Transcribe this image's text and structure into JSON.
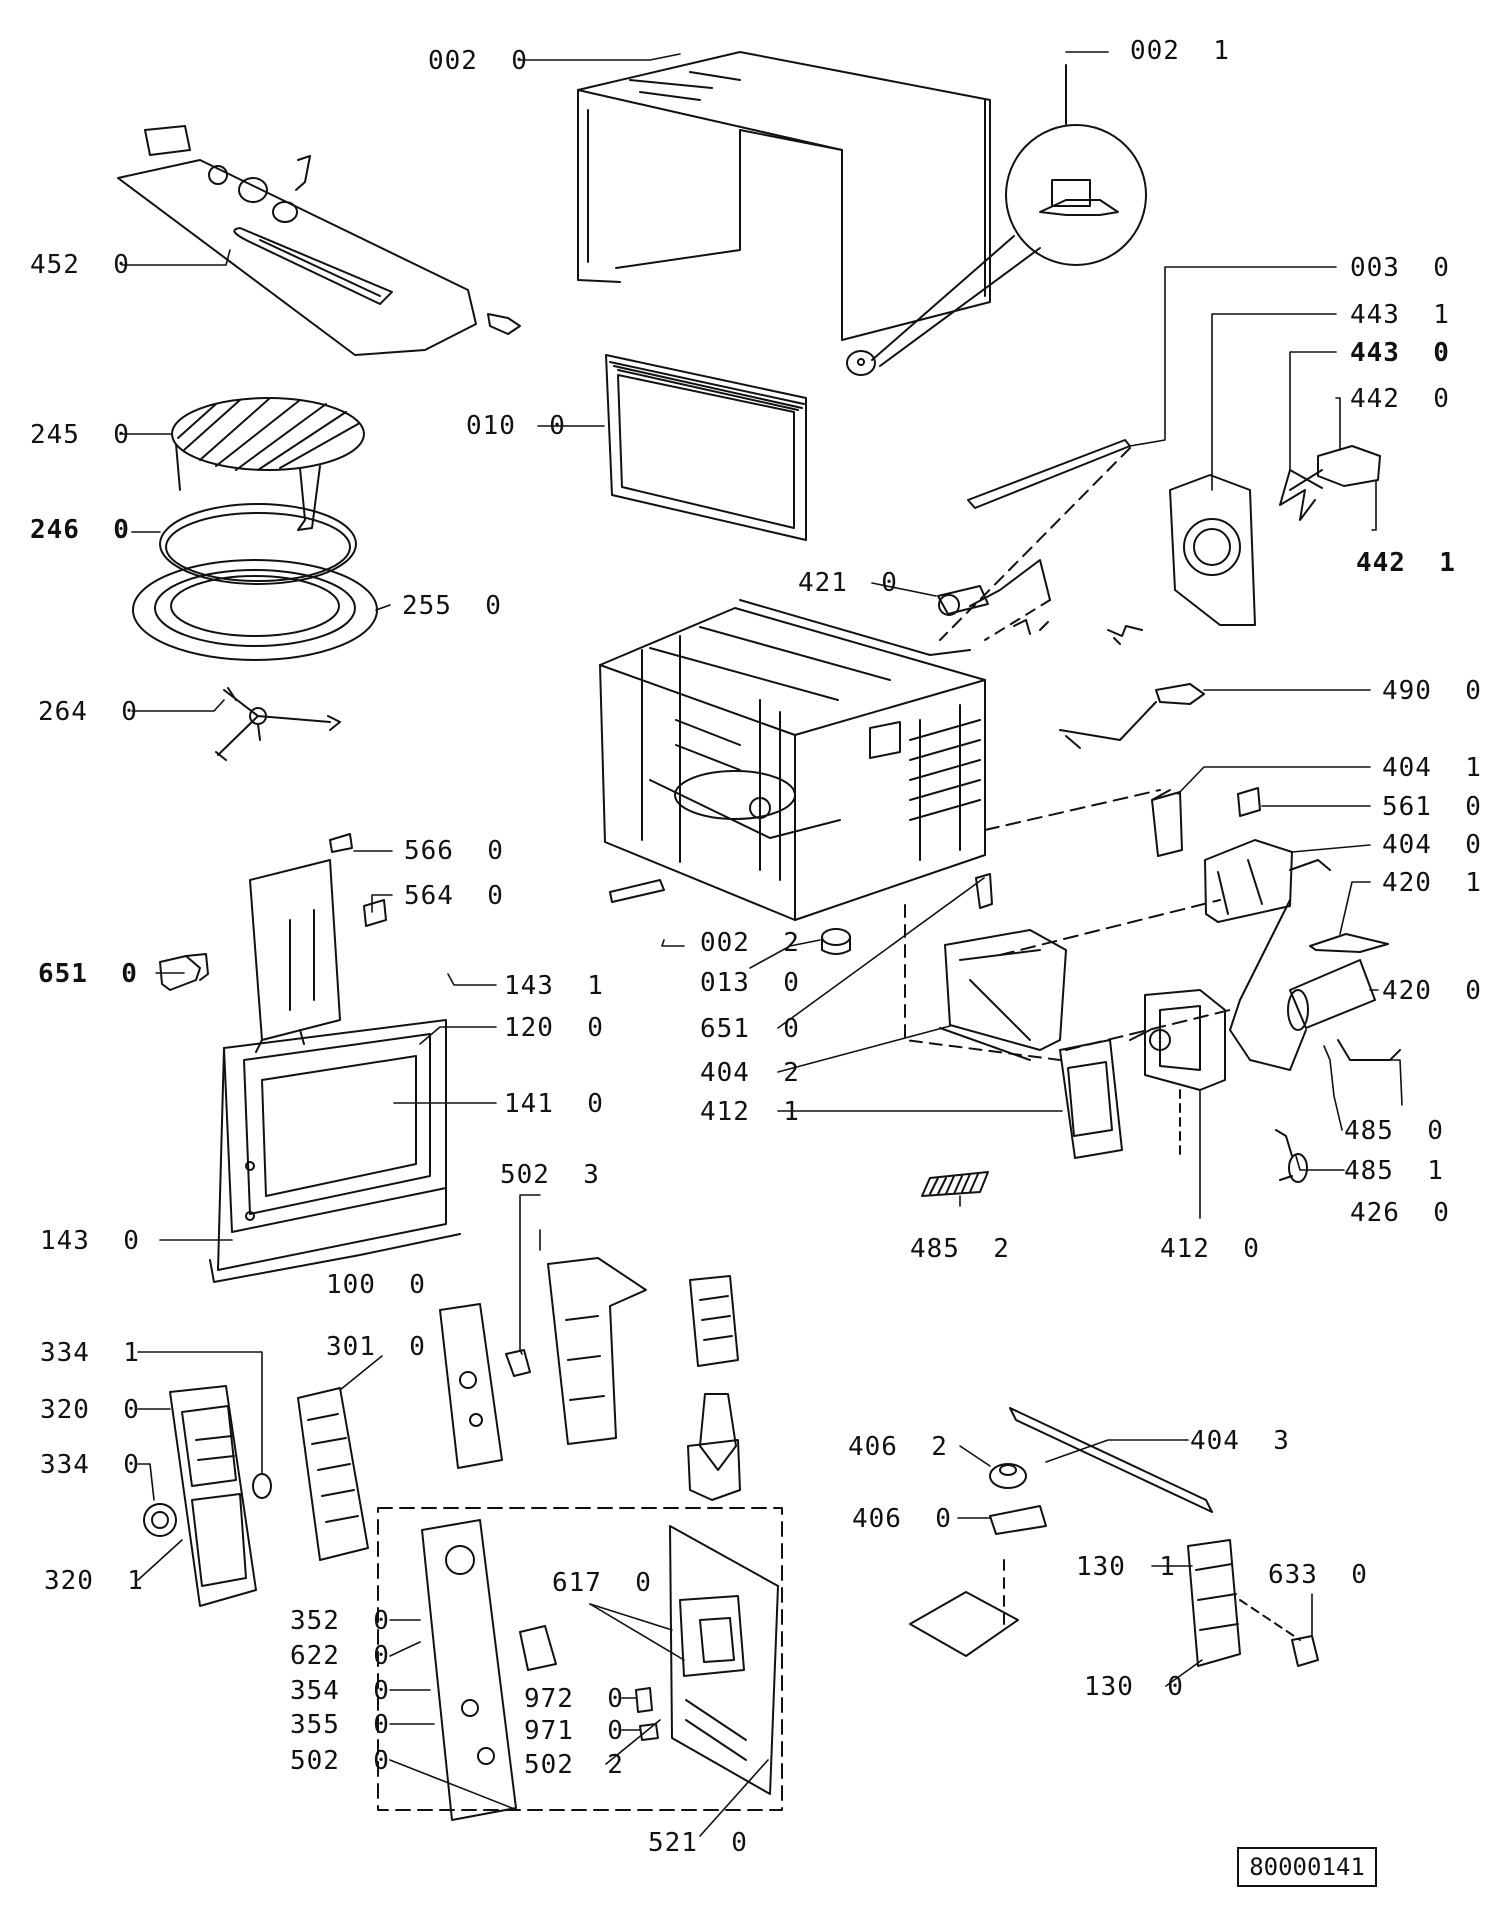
{
  "document_number": "80000141",
  "labels": [
    {
      "id": "0020",
      "text": "002  0"
    },
    {
      "id": "0021",
      "text": "002  1"
    },
    {
      "id": "4520",
      "text": "452  0"
    },
    {
      "id": "0030",
      "text": "003  0"
    },
    {
      "id": "4431",
      "text": "443  1"
    },
    {
      "id": "4430",
      "text": "443  0"
    },
    {
      "id": "4420",
      "text": "442  0"
    },
    {
      "id": "4421",
      "text": "442  1"
    },
    {
      "id": "0100",
      "text": "010  0"
    },
    {
      "id": "2450",
      "text": "245  0"
    },
    {
      "id": "2460",
      "text": "246  0"
    },
    {
      "id": "2550",
      "text": "255  0"
    },
    {
      "id": "4210",
      "text": "421  0"
    },
    {
      "id": "2640",
      "text": "264  0"
    },
    {
      "id": "4900",
      "text": "490  0"
    },
    {
      "id": "4041",
      "text": "404  1"
    },
    {
      "id": "5610",
      "text": "561  0"
    },
    {
      "id": "4040",
      "text": "404  0"
    },
    {
      "id": "4201",
      "text": "420  1"
    },
    {
      "id": "4200",
      "text": "420  0"
    },
    {
      "id": "5660",
      "text": "566  0"
    },
    {
      "id": "5640",
      "text": "564  0"
    },
    {
      "id": "6510a",
      "text": "651  0"
    },
    {
      "id": "1431",
      "text": "143  1"
    },
    {
      "id": "1200",
      "text": "120  0"
    },
    {
      "id": "1410",
      "text": "141  0"
    },
    {
      "id": "0022",
      "text": "002  2"
    },
    {
      "id": "0130",
      "text": "013  0"
    },
    {
      "id": "6510b",
      "text": "651  0"
    },
    {
      "id": "4042",
      "text": "404  2"
    },
    {
      "id": "4121",
      "text": "412  1"
    },
    {
      "id": "4850",
      "text": "485  0"
    },
    {
      "id": "4851",
      "text": "485  1"
    },
    {
      "id": "4260",
      "text": "426  0"
    },
    {
      "id": "4852",
      "text": "485  2"
    },
    {
      "id": "4120",
      "text": "412  0"
    },
    {
      "id": "1430",
      "text": "143  0"
    },
    {
      "id": "1000",
      "text": "100  0"
    },
    {
      "id": "5023",
      "text": "502  3"
    },
    {
      "id": "3341",
      "text": "334  1"
    },
    {
      "id": "3010",
      "text": "301  0"
    },
    {
      "id": "3200",
      "text": "320  0"
    },
    {
      "id": "3340",
      "text": "334  0"
    },
    {
      "id": "3201",
      "text": "320  1"
    },
    {
      "id": "4062",
      "text": "406  2"
    },
    {
      "id": "4043",
      "text": "404  3"
    },
    {
      "id": "4060",
      "text": "406  0"
    },
    {
      "id": "1301",
      "text": "130  1"
    },
    {
      "id": "6330",
      "text": "633  0"
    },
    {
      "id": "6170",
      "text": "617  0"
    },
    {
      "id": "3520",
      "text": "352  0"
    },
    {
      "id": "6220",
      "text": "622  0"
    },
    {
      "id": "3540",
      "text": "354  0"
    },
    {
      "id": "9720",
      "text": "972  0"
    },
    {
      "id": "3550",
      "text": "355  0"
    },
    {
      "id": "9710",
      "text": "971  0"
    },
    {
      "id": "5020",
      "text": "502  0"
    },
    {
      "id": "5022",
      "text": "502  2"
    },
    {
      "id": "1300",
      "text": "130  0"
    },
    {
      "id": "5210",
      "text": "521  0"
    }
  ]
}
